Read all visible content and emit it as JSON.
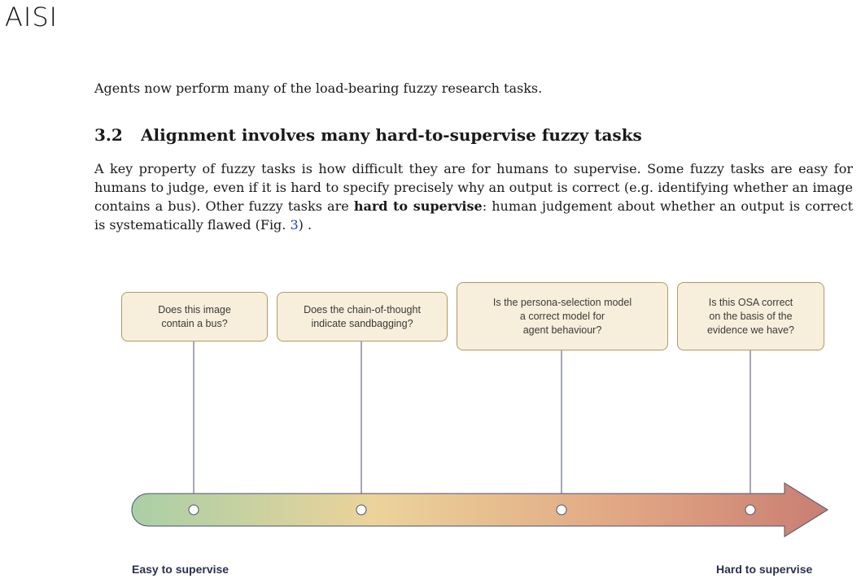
{
  "logo": "AISI",
  "intro_text": "Agents now perform many of the load-bearing fuzzy research tasks.",
  "section": {
    "number": "3.2",
    "title": "Alignment involves many hard-to-supervise fuzzy tasks"
  },
  "paragraph": {
    "part1": "A key property of fuzzy tasks is how difficult they are for humans to supervise. Some fuzzy tasks are easy for humans to judge, even if it is hard to specify precisely why an output is correct (e.g. identifying whether an image contains a bus). Other fuzzy tasks are ",
    "bold": "hard to supervise",
    "part2": ": human judgement about whether an output is correct is systematically flawed (Fig. ",
    "fig_ref": "3",
    "part3": ") ."
  },
  "figure": {
    "scale_left_label": "Easy to supervise",
    "scale_right_label": "Hard to supervise",
    "gradient_colors": [
      "#a9cfa6",
      "#ecd39a",
      "#e0a583",
      "#c97e72"
    ],
    "questions": [
      {
        "lines": [
          "Does this image",
          "contain a bus?"
        ]
      },
      {
        "lines": [
          "Does the chain-of-thought",
          "indicate sandbagging?"
        ]
      },
      {
        "lines": [
          "Is the persona-selection model",
          "a correct model for",
          "agent behaviour?"
        ]
      },
      {
        "lines": [
          "Is this OSA correct",
          "on the basis of the",
          "evidence we have?"
        ]
      }
    ]
  }
}
